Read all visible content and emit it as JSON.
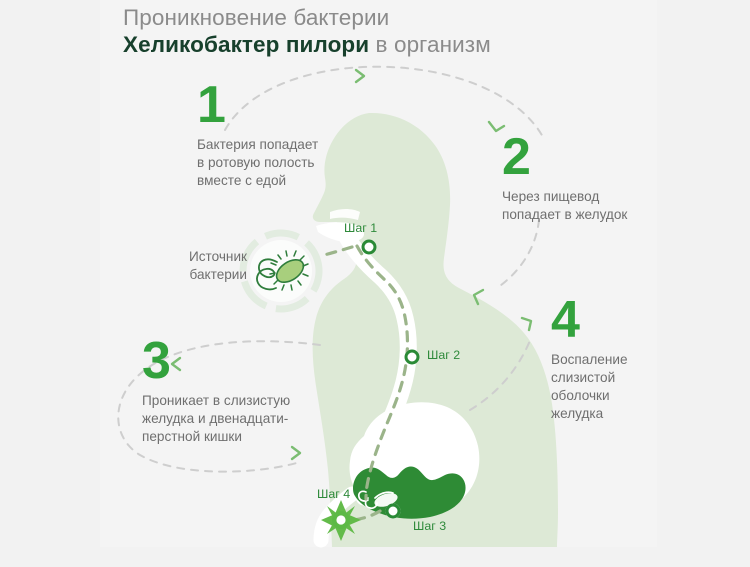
{
  "title": {
    "line1": "Проникновение бактерии",
    "line2_strong": "Хеликобактер пилори",
    "line2_rest": " в организм"
  },
  "steps": [
    {
      "number": "1",
      "text": "Бактерия попадает\nв ротовую полость\nвместе с едой"
    },
    {
      "number": "2",
      "text": "Через пищевод\nпопадает в желудок"
    },
    {
      "number": "3",
      "text": "Проникает в слизистую\nжелудка и двенадцати-\nперстной кишки"
    },
    {
      "number": "4",
      "text": "Воспаление\nслизистой\nоболочки\nжелудка"
    }
  ],
  "source": {
    "label": "Источник\nбактерии",
    "icon": "bacteria-icon"
  },
  "body_markers": [
    {
      "label": "Шаг 1",
      "icon": "ring-marker"
    },
    {
      "label": "Шаг 2",
      "icon": "ring-marker"
    },
    {
      "label": "Шаг 3",
      "icon": "ring-marker"
    },
    {
      "label": "Шаг 4",
      "icon": "inflammation-burst-icon"
    }
  ],
  "colors": {
    "page_background": "#f2f2f2",
    "panel_background": "#f4f4f4",
    "accent_green": "#33a23d",
    "dark_green": "#17402c",
    "marker_green": "#2f8a3b",
    "body_silhouette": "#dde9d6",
    "stomach_lining": "#2e8b35",
    "dashed_path": "#9bb48a",
    "arc_gray": "#cfcfcf",
    "text_gray": "#6f6f6f",
    "title_gray": "#8b8b8b"
  }
}
